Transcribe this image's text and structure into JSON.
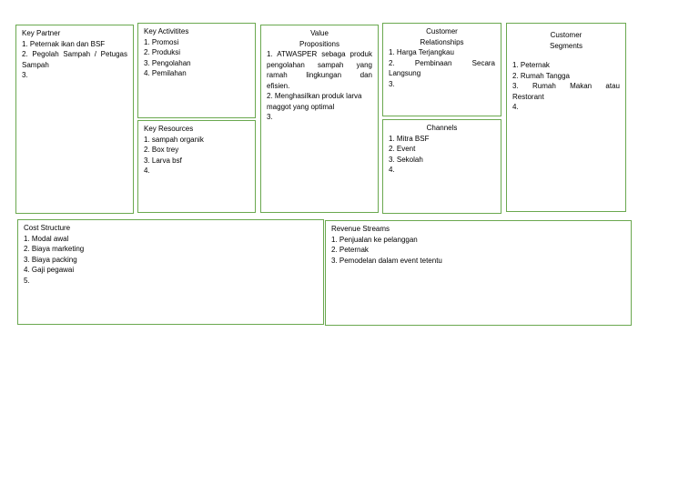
{
  "key_partner": {
    "title": "Key Partner",
    "items": [
      "1. Peternak ikan dan BSF",
      "2. Pegolah Sampah / Petugas",
      "Sampah",
      "3."
    ]
  },
  "key_activities": {
    "title": "Key Activitites",
    "items": [
      "1. Promosi",
      "2. Produksi",
      "3. Pengolahan",
      "4. Pemilahan"
    ]
  },
  "key_resources": {
    "title": "Key Resources",
    "items": [
      "1. sampah organik",
      "2. Box trey",
      "3. Larva bsf",
      "4."
    ]
  },
  "value_propositions": {
    "title_1": "Value",
    "title_2": "Propositions",
    "lines": [
      "1. ATWASPER sebaga produk",
      "pengolahan sampah yang",
      "ramah lingkungan dan",
      "efisien.",
      "2. Menghasilkan produk larva",
      "maggot yang optimal",
      "3."
    ]
  },
  "customer_relationships": {
    "title_1": "Customer",
    "title_2": "Relationships",
    "lines": [
      "1. Harga Terjangkau",
      "2. Pembinaan Secara",
      "Langsung",
      "3."
    ]
  },
  "channels": {
    "title": "Channels",
    "items": [
      "1. Mitra BSF",
      "2. Event",
      "3. Sekolah",
      "4."
    ]
  },
  "customer_segments": {
    "title_1": "Customer",
    "title_2": "Segments",
    "lines": [
      "1. Peternak",
      "2. Rumah Tangga",
      "3. Rumah Makan atau",
      "Restorant",
      "4."
    ]
  },
  "cost_structure": {
    "title": "Cost Structure",
    "items": [
      "1. Modal awal",
      "2. Biaya marketing",
      "3. Biaya packing",
      "4. Gaji pegawai",
      "5."
    ]
  },
  "revenue_streams": {
    "title": "Revenue Streams",
    "items": [
      "1. Penjualan ke pelanggan",
      "2. Peternak",
      "3. Pemodelan dalam event tetentu"
    ]
  }
}
